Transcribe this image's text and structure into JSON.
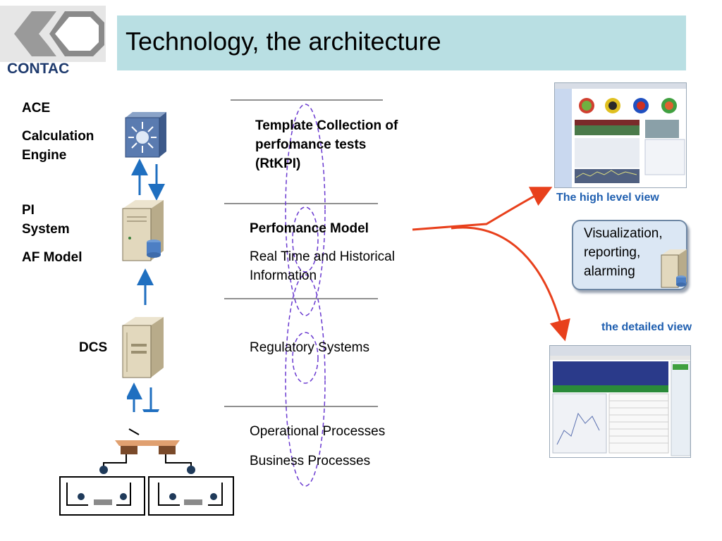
{
  "slide": {
    "title": "Technology, the architecture",
    "logo_text": "CONTAC"
  },
  "left_labels": {
    "ace": "ACE",
    "calc_engine_line1": "Calculation",
    "calc_engine_line2": "Engine",
    "pi_line1": "PI",
    "pi_line2": "System",
    "af_model": "AF Model",
    "dcs": "DCS"
  },
  "layers": {
    "template_line1": "Template Collection of",
    "template_line2": "perfomance tests",
    "template_line3": "(RtKPI)",
    "performance_model": "Perfomance Model",
    "realtime_line1": "Real Time and Historical",
    "realtime_line2": "Information",
    "regulatory": "Regulatory Systems",
    "operational": "Operational Processes",
    "business": "Business Processes"
  },
  "right": {
    "high_level_caption": "The high level view",
    "vis_line1": "Visualization,",
    "vis_line2": "reporting,",
    "vis_line3": "alarming",
    "detailed_caption": "the detailed view"
  },
  "colors": {
    "title_bar": "#b9dfe3",
    "arrow_blue": "#1f6fc0",
    "arrow_red": "#e8401c",
    "ellipse_purple": "#6a3ad0",
    "caption_blue": "#1f5fb0"
  }
}
